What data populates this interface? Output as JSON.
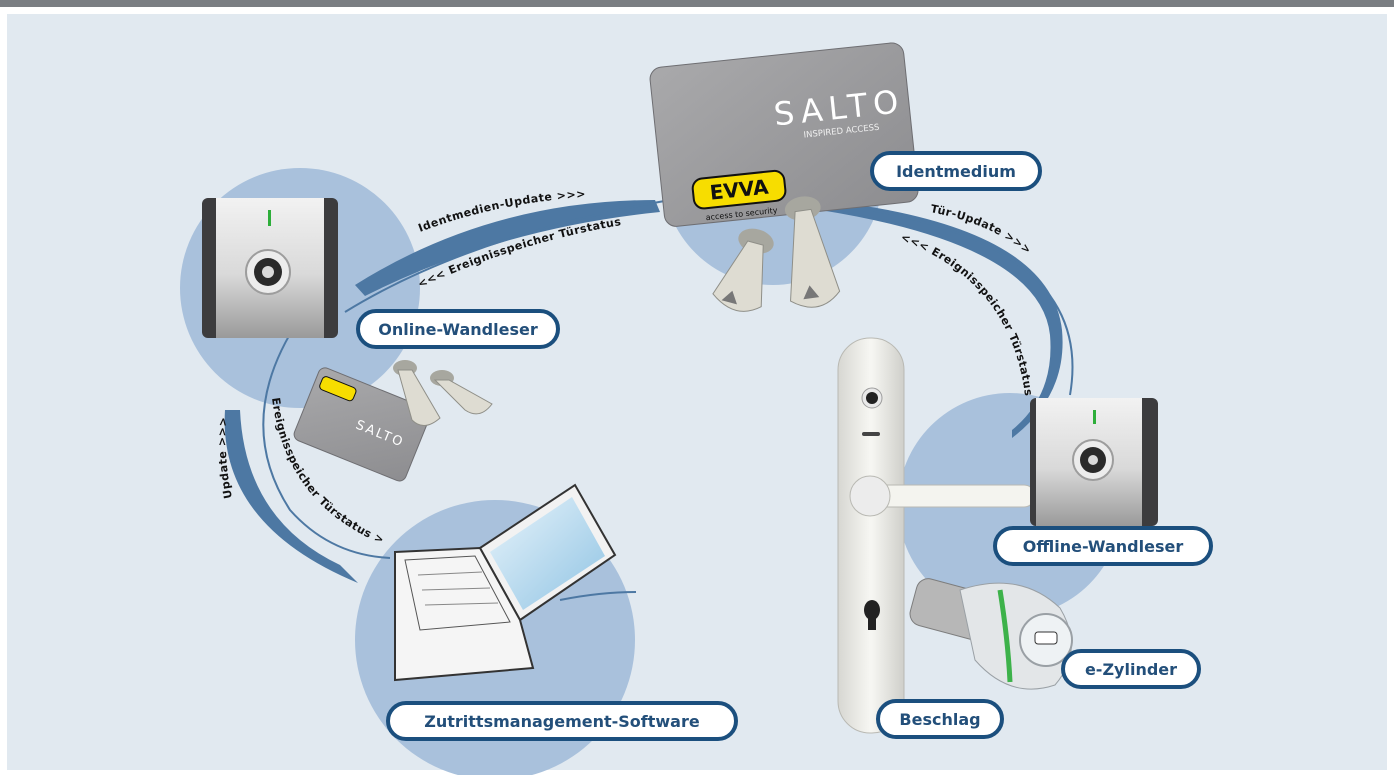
{
  "labels": {
    "identmedium": "Identmedium",
    "online_reader": "Online-Wandleser",
    "offline_reader": "Offline-Wandleser",
    "software": "Zutrittsmanagement-Software",
    "fitting": "Beschlag",
    "cylinder": "e-Zylinder"
  },
  "flows": {
    "identmedien_update": "Identmedien-Update >>>",
    "ereignis_top": "<<< Ereignisspeicher Türstatus",
    "tuer_update": "Tür-Update >>>",
    "ereignis_right": "<<< Ereignisspeicher Türstatus",
    "ereignis_left": "Ereignisspeicher Türstatus >>>",
    "update_left": "Update >>>"
  },
  "card": {
    "brand": "SALTO",
    "tagline": "INSPIRED ACCESS",
    "evva": "EVVA",
    "evva_tag": "access to security"
  },
  "colors": {
    "panel_bg": "#e1e9f0",
    "circle": "#a9c1dc",
    "arrow_blue": "#4d78a3",
    "label_border": "#1b4f7e",
    "label_text": "#234f7a",
    "evva_yellow": "#f7dd00"
  }
}
